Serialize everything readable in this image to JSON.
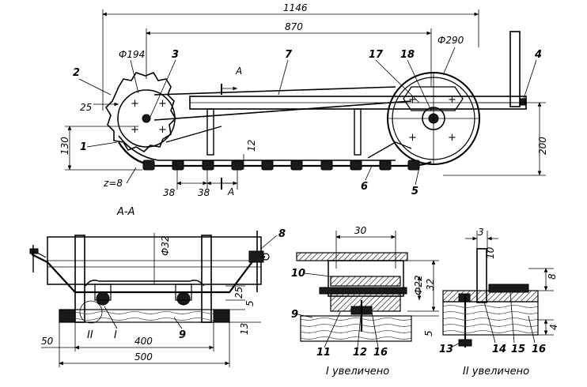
{
  "drawing": {
    "dims_top": {
      "overall_length": "1146",
      "wheelbase": "870",
      "front_wheel_dia": "Ф194",
      "rear_wheel_dia": "Ф290",
      "offset_25": "25",
      "height_130": "130",
      "height_200": "200",
      "track_12": "12",
      "pitch_a": "38",
      "pitch_b": "38",
      "teeth": "z=8",
      "section_mark_top": "A",
      "section_mark_bottom": "A"
    },
    "callouts_top": [
      "1",
      "2",
      "3",
      "4",
      "5",
      "6",
      "7",
      "17",
      "18"
    ],
    "section_title": "A-A",
    "dims_section": {
      "axle_dia": "Ф32",
      "width_400": "400",
      "width_500": "500",
      "edge_50": "50",
      "dim_25": "25",
      "dim_5": "5",
      "dim_13": "13",
      "detail_ref_2": "II",
      "detail_ref_1": "I"
    },
    "callouts_section": [
      "8",
      "9"
    ],
    "detail_1": {
      "caption": "I увеличено",
      "width_30": "30",
      "dia_22": "Ф22",
      "dim_32": "32",
      "dim_5": "5",
      "callouts": [
        "9",
        "10",
        "11",
        "12",
        "16"
      ]
    },
    "detail_2": {
      "caption": "II увеличено",
      "dim_3": "3",
      "dim_10": "10",
      "dim_8": "8",
      "dim_4": "4",
      "callouts": [
        "13",
        "14",
        "15",
        "16"
      ]
    }
  }
}
